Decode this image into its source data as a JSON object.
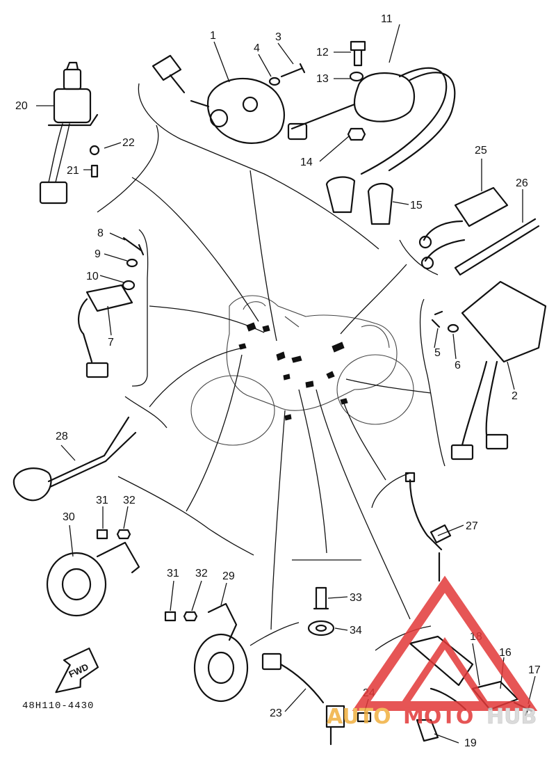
{
  "diagram": {
    "labels": {
      "p1": "1",
      "p2": "2",
      "p3": "3",
      "p4": "4",
      "p5": "5",
      "p6": "6",
      "p7": "7",
      "p8": "8",
      "p9": "9",
      "p10": "10",
      "p11": "11",
      "p12": "12",
      "p13": "13",
      "p14": "14",
      "p15": "15",
      "p16": "16",
      "p17": "17",
      "p18": "18",
      "p19": "19",
      "p20": "20",
      "p21": "21",
      "p22": "22",
      "p23": "23",
      "p24": "24",
      "p25": "25",
      "p26": "26",
      "p27": "27",
      "p28": "28",
      "p29": "29",
      "p30": "30",
      "p31a": "31",
      "p32a": "32",
      "p31b": "31",
      "p32b": "32",
      "p33": "33",
      "p34": "34"
    },
    "fwd_label": "FWD",
    "ref_code": "48H110-4430"
  },
  "watermark": {
    "text_auto": "AUTO",
    "text_moto": "MOTO",
    "text_hub": "HUB",
    "colors": {
      "auto": "#f0b040",
      "moto": "#e23838",
      "hub": "#d5d5d5",
      "triangle": "#e23838"
    }
  }
}
